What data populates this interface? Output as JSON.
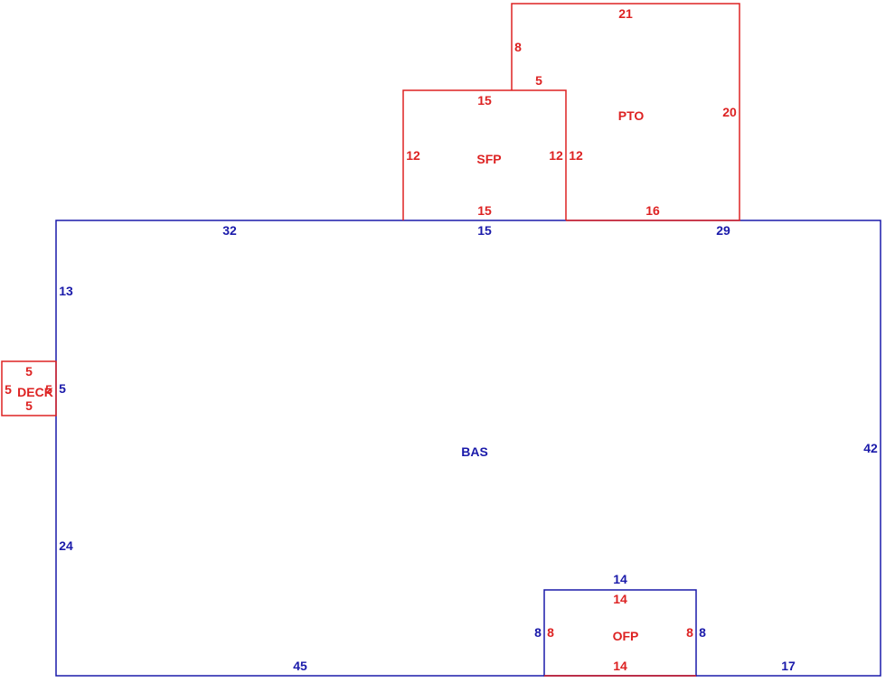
{
  "colors": {
    "main": "#1a1aaa",
    "addition": "#dd2222"
  },
  "areas": {
    "bas": {
      "label": "BAS",
      "top_left": "32",
      "top_mid": "15",
      "top_right": "29",
      "left_upper": "13",
      "left_mid": "5",
      "left_lower": "24",
      "right": "42",
      "bottom_left": "45",
      "bottom_right": "17",
      "ofp_top": "14",
      "ofp_left": "8",
      "ofp_right": "8"
    },
    "sfp": {
      "label": "SFP",
      "top": "15",
      "bottom": "15",
      "left": "12",
      "right": "12"
    },
    "pto": {
      "label": "PTO",
      "top": "21",
      "left": "8",
      "step": "5",
      "right": "20",
      "bottom": "16",
      "left_lower": "12"
    },
    "deck": {
      "label": "DECK",
      "top": "5",
      "bottom": "5",
      "left": "5",
      "right": "5"
    },
    "ofp": {
      "label": "OFP",
      "top": "14",
      "bottom": "14",
      "left": "8",
      "right": "8"
    }
  }
}
